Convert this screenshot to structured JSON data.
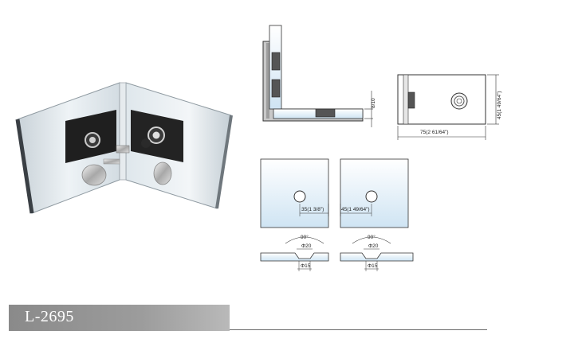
{
  "product": {
    "code": "L-2695"
  },
  "drawings": {
    "side_thickness": "8/10",
    "front_height": "45(1 49/64\")",
    "front_width": "75(2 61/64\")",
    "plate_left_hole_offset": "35(1 3/8\")",
    "plate_right_hole_offset": "45(1 49/64\")",
    "countersink_angle": "90°",
    "countersink_outer_diameter": "Φ20",
    "countersink_inner_diameter": "Φ15"
  },
  "colors": {
    "glass": "#dde8f1",
    "hardware": "#2b2b2b",
    "bar": "#9a9a9a"
  }
}
